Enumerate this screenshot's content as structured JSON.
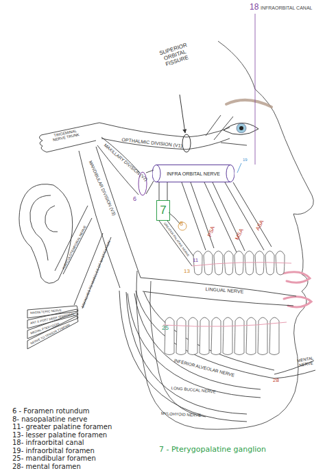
{
  "diagram": {
    "nodes": [
      {
        "text": [
          "7"
        ]
      },
      {
        "text": [
          "INFRA ORBITAL NERVE"
        ]
      }
    ],
    "labels": [
      "18",
      "INFRAORBITAL CANAL",
      "SUPERIOR ORBITAL FISSURE",
      "TRIGEMINAL NERVE TRUNK",
      "OPTHALMIC DIVISION (V1)",
      "MAXILLARY DIVISION (V2)",
      "MANDIBULAR DIVISION (V3)",
      "6",
      "8",
      "GREATER PALATINE NERVE",
      "11",
      "13",
      "ASA",
      "MSA",
      "PSA",
      "19",
      "AURICULOTEMPORAL NERVE",
      "BRANCHES TO MUSCLES OF MASTICATION",
      "MASSETERIC NERVE",
      "ANT & POST DEEP TEMPORAL",
      "MEDIAL PTERYGOID",
      "NERVE TO TENSOR TYMPANI",
      "LINGUAL NERVE",
      "25",
      "INFERIOR ALVEOLAR NERVE",
      "LONG BUCCAL NERVE",
      "MYLOHYOID NERVE",
      "28",
      "MENTAL NERVE",
      "6 - Foramen rotundum",
      "8- nasopalatine nerve",
      "11- greater palatine foramen",
      "13- lesser palatine foramen",
      "18- infraorbital canal",
      "19- infraorbital foramen",
      "25- mandibular foramen",
      "28- mental foramen",
      "7 - Pterygopalatine ganglion"
    ]
  }
}
